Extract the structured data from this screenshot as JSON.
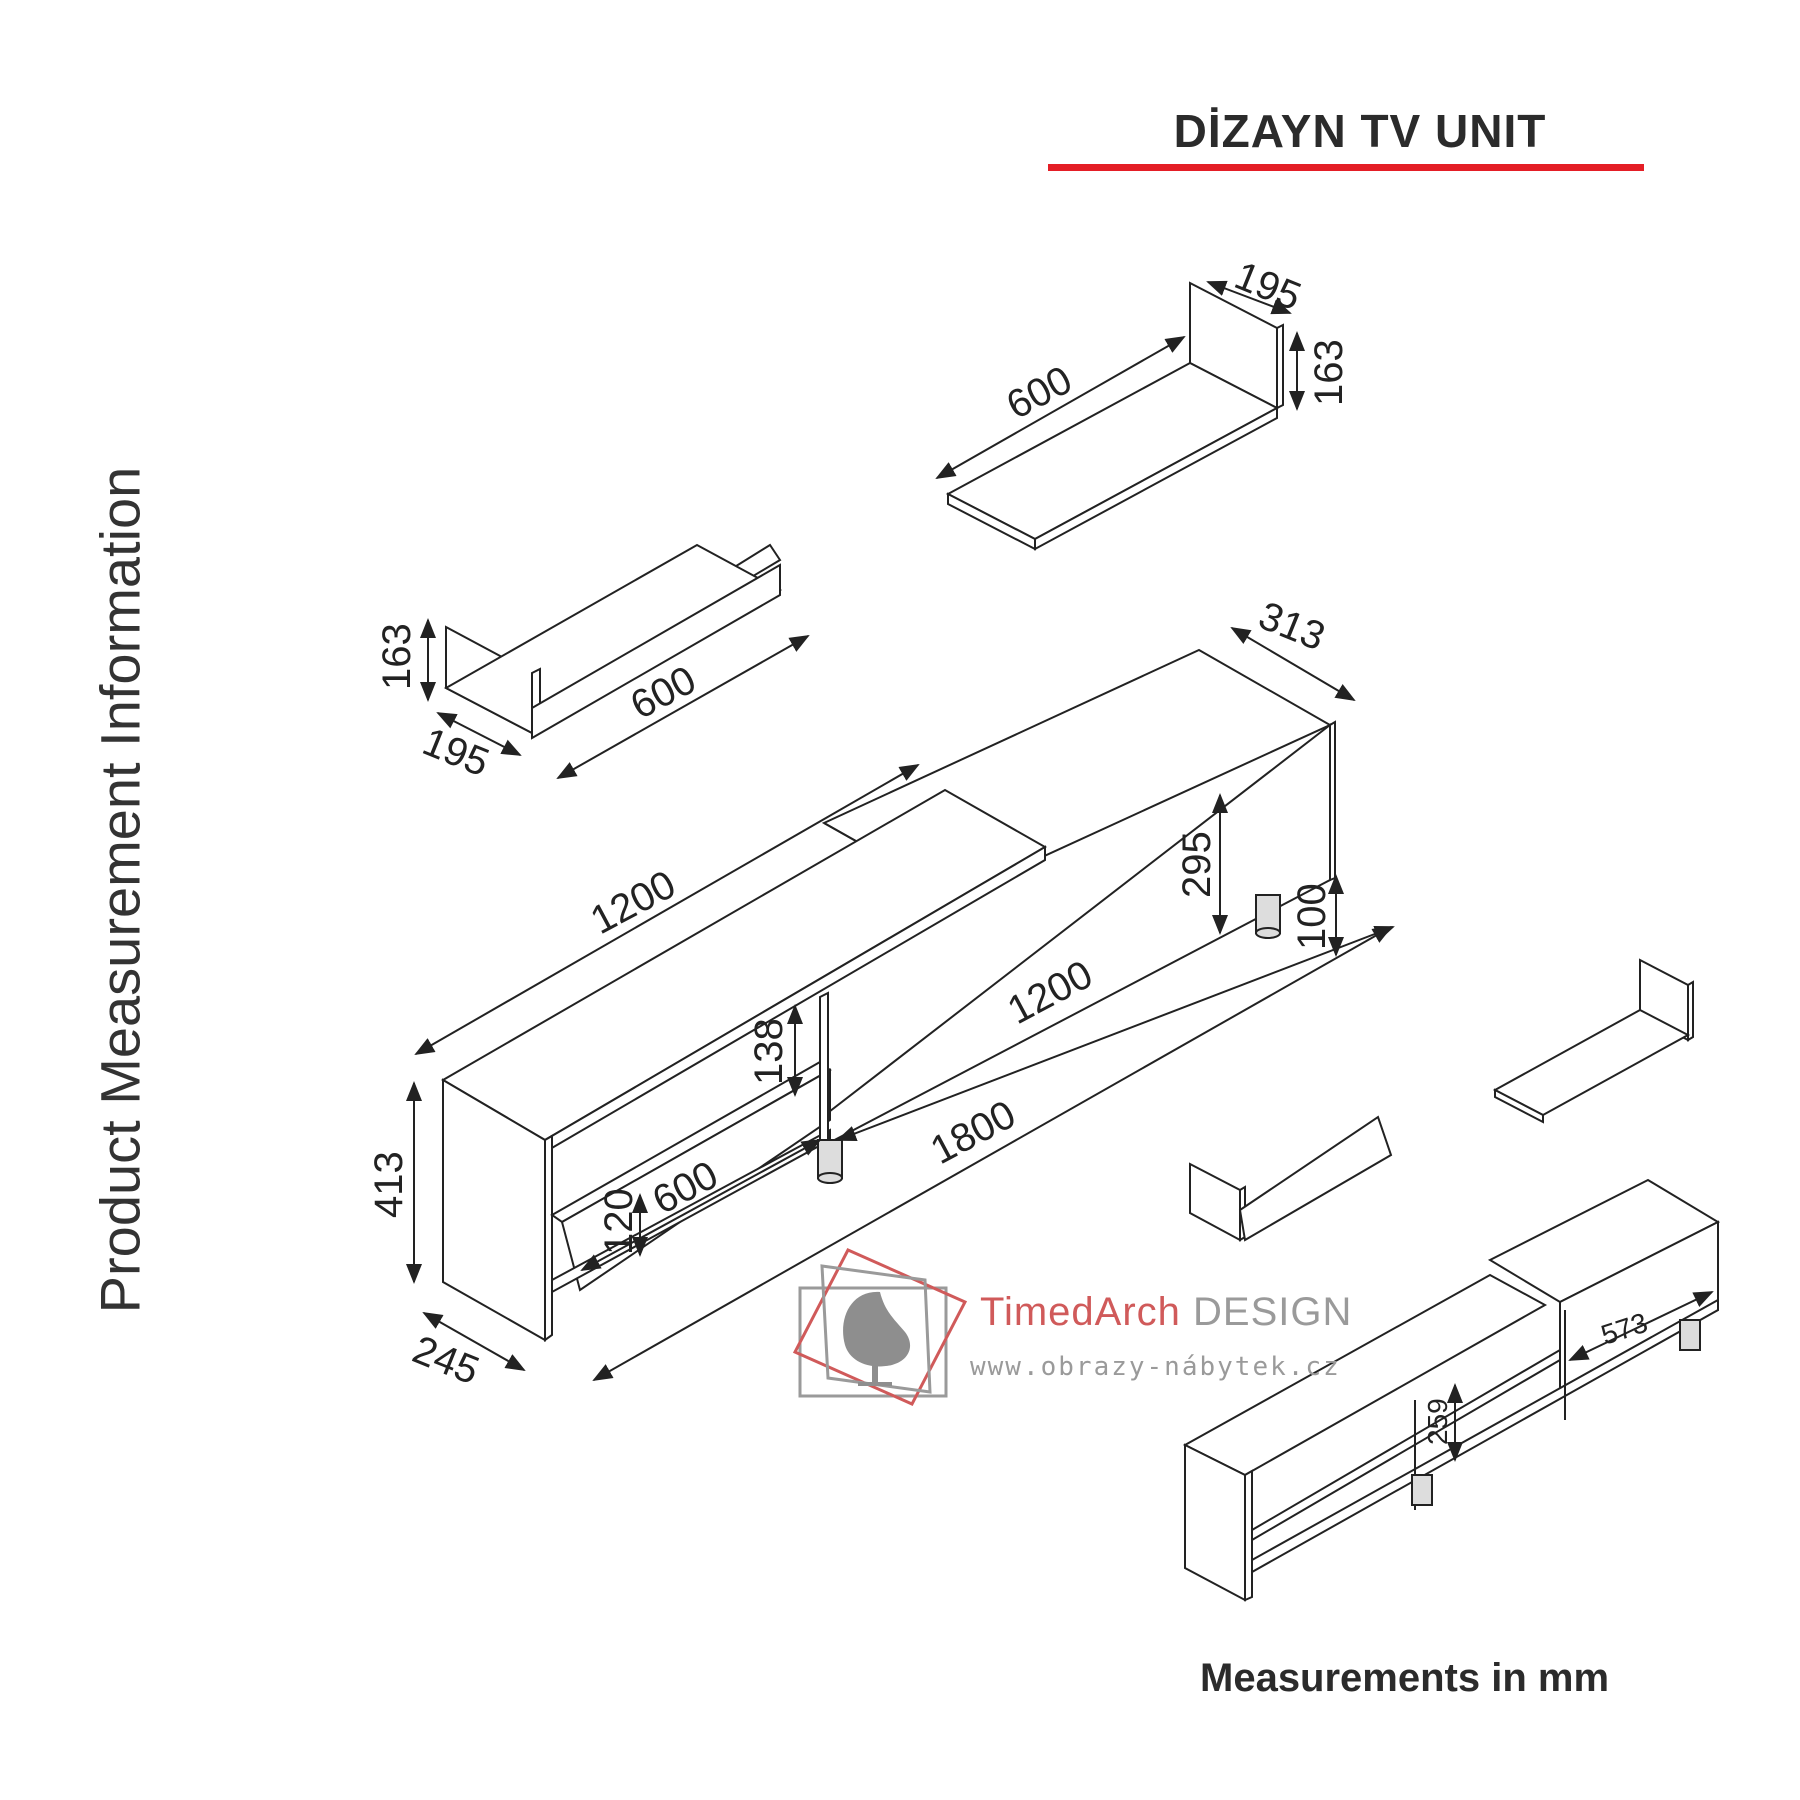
{
  "header": {
    "title": "DİZAYN TV UNIT"
  },
  "side_label": "Product Measurement Information",
  "footer": {
    "units_note": "Measurements in mm"
  },
  "watermark": {
    "brand_main": "TimedArch ",
    "brand_design": "DESIGN",
    "url": "www.obrazy-nábytek.cz"
  },
  "colors": {
    "accent_rule": "#e41e26",
    "line": "#222222",
    "watermark_red": "#d05a5a",
    "watermark_gray": "#9a9a9a"
  },
  "dimensions": {
    "shelf_right_depth": "195",
    "shelf_right_height": "163",
    "shelf_right_length": "600",
    "shelf_left_height": "163",
    "shelf_left_depth": "195",
    "shelf_left_length": "600",
    "unit_upper_depth": "313",
    "unit_top_length": "1200",
    "unit_upper_height": "295",
    "unit_leg_height": "100",
    "unit_front_length": "1200",
    "unit_compartment_height": "138",
    "unit_total_length": "1800",
    "unit_total_height": "413",
    "unit_shelf_length": "600",
    "unit_shelf_height": "120",
    "unit_depth": "245",
    "preview_shelf_width": "573",
    "preview_compartment_height": "259"
  },
  "icons": [
    "egg-chair-icon"
  ]
}
